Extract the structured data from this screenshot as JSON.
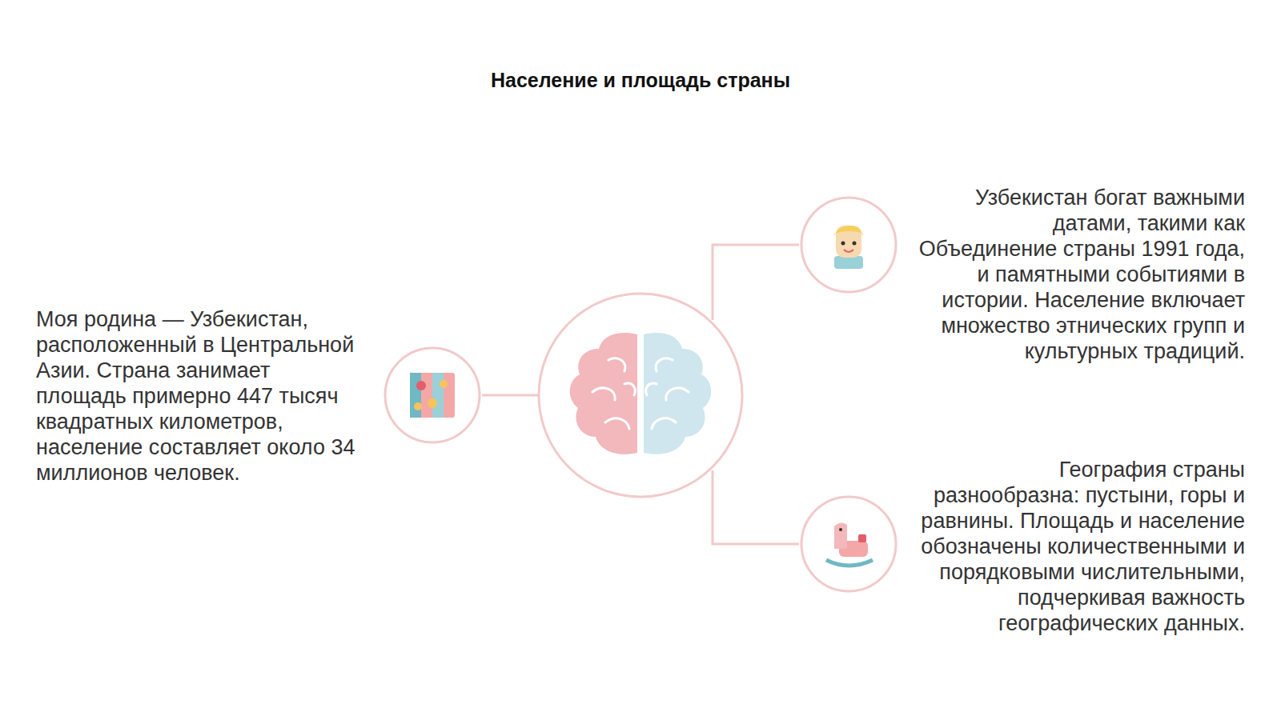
{
  "diagram": {
    "title": "Население и площадь страны",
    "nodes": [
      {
        "text": [
          "Моя родина — Узбекистан, расположенный в Центральной Азии. Страна занимает площадь примерно 447 тысяч квадратных километров, население составляет около 34 миллионов человек."
        ]
      },
      {
        "text": [
          "Узбекистан богат важными датами, такими как Объединение страны 1991 года, и памятными событиями в истории. Население включает множество этнических групп и культурных традиций."
        ]
      },
      {
        "text": [
          "География страны разнообразна: пустыни, горы и равнины. Площадь и население обозначены количественными и порядковыми числительными, подчеркивая важность географических данных."
        ]
      }
    ]
  }
}
